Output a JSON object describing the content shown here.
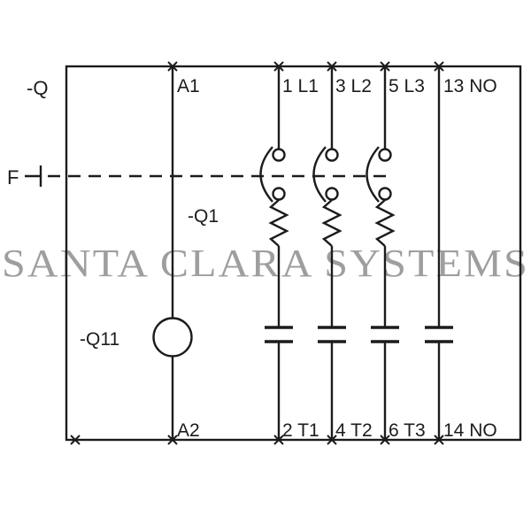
{
  "diagram": {
    "watermark": "SANTA CLARA SYSTEMS",
    "device_label": "-Q",
    "trip_label": "F",
    "contact_block_label": "-Q1",
    "coil_label": "-Q11",
    "terminals": {
      "coil_top": "A1",
      "coil_bottom": "A2",
      "pole1_top": "1 L1",
      "pole2_top": "3 L2",
      "pole3_top": "5 L3",
      "aux_top": "13 NO",
      "pole1_bottom": "2 T1",
      "pole2_bottom": "4 T2",
      "pole3_bottom": "6 T3",
      "aux_bottom": "14 NO"
    },
    "colors": {
      "line": "#1c1c1c",
      "watermark": "#9e9e9e",
      "background": "#ffffff"
    }
  }
}
